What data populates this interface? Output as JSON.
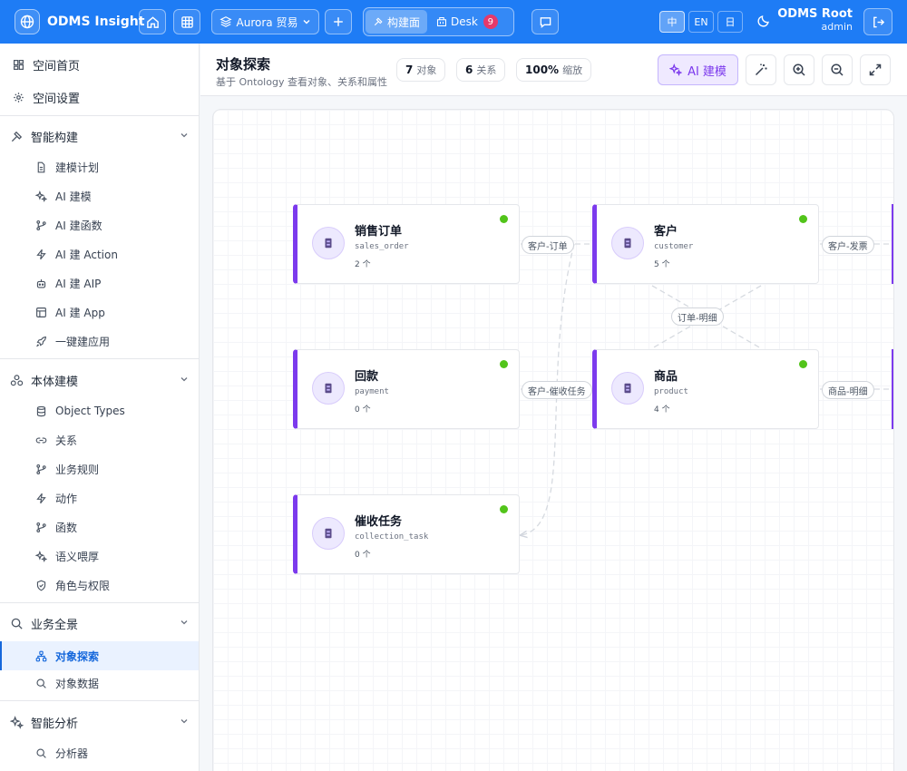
{
  "app": {
    "name": "ODMS Insight",
    "workspace": "Aurora 贸易",
    "modes": [
      {
        "label": "构建面",
        "active": true
      },
      {
        "label": "Desk",
        "active": false,
        "badge": "9"
      }
    ],
    "languages": [
      "中",
      "EN",
      "日"
    ],
    "active_language": "中",
    "user": {
      "name": "ODMS Root",
      "role": "admin"
    },
    "accent": "#1e7cf5"
  },
  "sidebar": {
    "top_items": [
      {
        "label": "空间首页",
        "icon": "dashboard-icon"
      },
      {
        "label": "空间设置",
        "icon": "gear-icon"
      }
    ],
    "groups": [
      {
        "label": "智能构建",
        "icon": "hammer-icon",
        "items": [
          {
            "label": "建模计划",
            "icon": "file-icon"
          },
          {
            "label": "AI 建模",
            "icon": "sparkle-icon"
          },
          {
            "label": "AI 建函数",
            "icon": "branch-icon"
          },
          {
            "label": "AI 建 Action",
            "icon": "bolt-icon"
          },
          {
            "label": "AI 建 AIP",
            "icon": "bot-icon"
          },
          {
            "label": "AI 建 App",
            "icon": "layout-icon"
          },
          {
            "label": "一键建应用",
            "icon": "rocket-icon"
          }
        ]
      },
      {
        "label": "本体建模",
        "icon": "boxes-icon",
        "items": [
          {
            "label": "Object Types",
            "icon": "database-icon"
          },
          {
            "label": "关系",
            "icon": "link-icon"
          },
          {
            "label": "业务规则",
            "icon": "branch-icon"
          },
          {
            "label": "动作",
            "icon": "bolt-icon"
          },
          {
            "label": "函数",
            "icon": "branch-icon"
          },
          {
            "label": "语义喂厚",
            "icon": "sparkle-icon"
          },
          {
            "label": "角色与权限",
            "icon": "shield-icon"
          }
        ]
      },
      {
        "label": "业务全景",
        "icon": "search-icon",
        "items": [
          {
            "label": "对象探索",
            "icon": "network-icon",
            "selected": true
          },
          {
            "label": "对象数据",
            "icon": "search-icon"
          }
        ]
      },
      {
        "label": "智能分析",
        "icon": "sparkle-icon",
        "items": [
          {
            "label": "分析器",
            "icon": "search-icon"
          }
        ]
      }
    ]
  },
  "page": {
    "title": "对象探索",
    "subtitle": "基于 Ontology 查看对象、关系和属性",
    "stats": [
      {
        "value": "7",
        "label": "对象"
      },
      {
        "value": "6",
        "label": "关系"
      },
      {
        "value": "100%",
        "label": "缩放"
      }
    ],
    "ai_button": "AI 建模"
  },
  "graph": {
    "nodes": [
      {
        "name": "销售订单",
        "api": "sales_order",
        "count": "2 个"
      },
      {
        "name": "客户",
        "api": "customer",
        "count": "5 个"
      },
      {
        "name": "回款",
        "api": "payment",
        "count": "0 个"
      },
      {
        "name": "商品",
        "api": "product",
        "count": "4 个"
      },
      {
        "name": "催收任务",
        "api": "collection_task",
        "count": "0 个"
      }
    ],
    "edges": [
      {
        "label": "客户-订单"
      },
      {
        "label": "客户-发票"
      },
      {
        "label": "订单-明细"
      },
      {
        "label": "客户-催收任务"
      },
      {
        "label": "商品-明细"
      }
    ],
    "node_color": "#7c3aed",
    "status_color": "#52c41a"
  }
}
